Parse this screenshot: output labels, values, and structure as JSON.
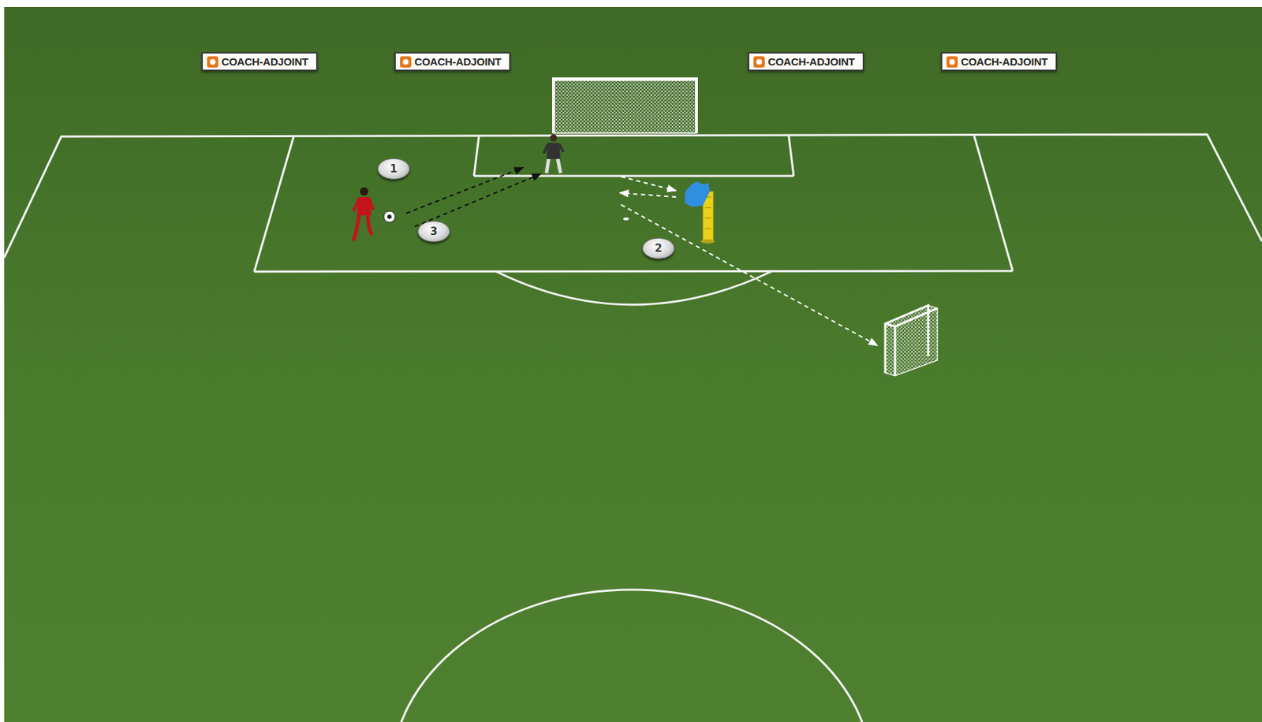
{
  "diagram": {
    "nodes": [
      {
        "text": [
          "COACH-ADJOINT"
        ]
      },
      {
        "text": [
          "COACH-ADJOINT"
        ]
      },
      {
        "text": [
          "COACH-ADJOINT"
        ]
      },
      {
        "text": [
          "COACH-ADJOINT"
        ]
      },
      {
        "text": [
          "1"
        ]
      },
      {
        "text": [
          "3"
        ]
      },
      {
        "text": [
          "2"
        ]
      }
    ]
  }
}
